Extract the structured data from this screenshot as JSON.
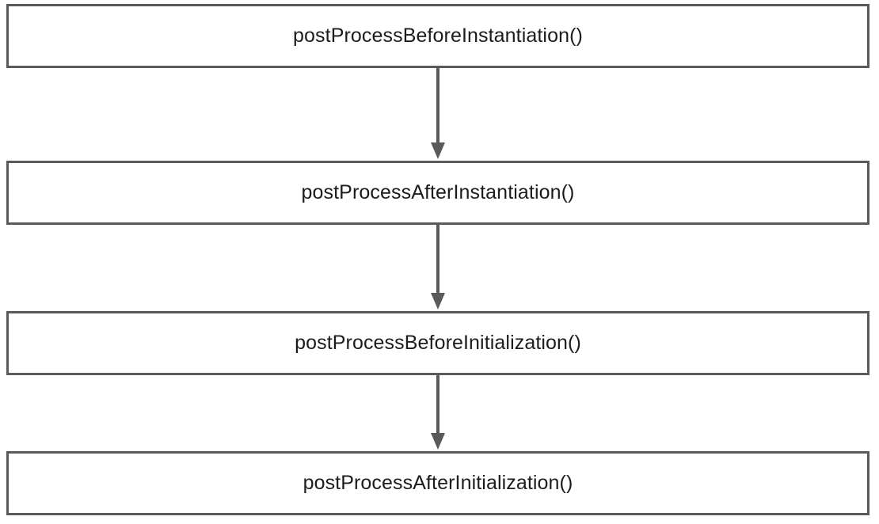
{
  "diagram": {
    "nodes": [
      {
        "id": "before-instantiation",
        "label": "postProcessBeforeInstantiation()"
      },
      {
        "id": "after-instantiation",
        "label": "postProcessAfterInstantiation()"
      },
      {
        "id": "before-initialization",
        "label": "postProcessBeforeInitialization()"
      },
      {
        "id": "after-initialization",
        "label": "postProcessAfterInitialization()"
      }
    ],
    "edges": [
      {
        "from": "before-instantiation",
        "to": "after-instantiation"
      },
      {
        "from": "after-instantiation",
        "to": "before-initialization"
      },
      {
        "from": "before-initialization",
        "to": "after-initialization"
      }
    ],
    "colors": {
      "stroke": "#5a5a5a",
      "text": "#1c1c1c",
      "background": "#ffffff"
    }
  }
}
